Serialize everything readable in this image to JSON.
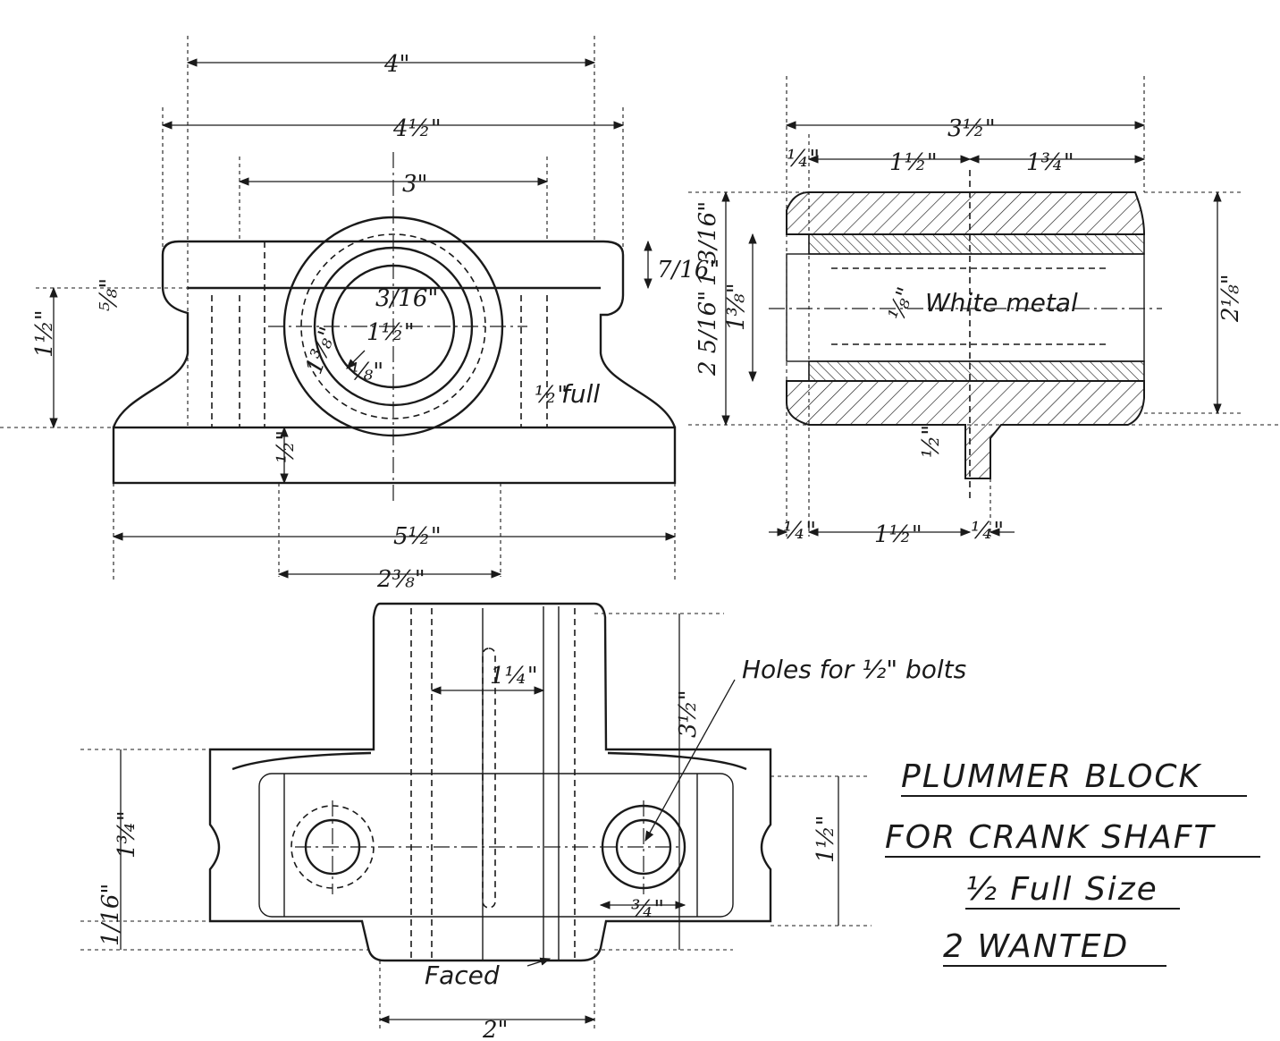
{
  "title": {
    "line1": "PLUMMER BLOCK",
    "line2": "FOR CRANK SHAFT",
    "line3": "½ Full Size",
    "line4": "2 WANTED"
  },
  "notes": {
    "white_metal": "White metal",
    "holes": "Holes for ½\" bolts",
    "faced": "Faced",
    "full": "full"
  },
  "dimensions": {
    "front_overall_4": "4\"",
    "front_4_half": "4½\"",
    "front_3": "3\"",
    "front_5_half": "5½\"",
    "front_2_3_8": "2⅜\"",
    "front_half_left": "½\"",
    "front_5_8": "⅝\"",
    "front_1_half": "1½\"",
    "front_7_16": "7/16\"",
    "front_half_full": "½\"",
    "front_bore_1_8": "⅛\"",
    "front_1_3_8": "1⅜\"",
    "front_1_half_bore": "1½\"",
    "front_3_16": "3/16\"",
    "side_3_half": "3½\"",
    "side_quarter_top": "¼\"",
    "side_1_half_top": "1½\"",
    "side_1_3_4": "1¾\"",
    "side_13_16": "1 3/16\"",
    "side_1_3_8": "1⅜\"",
    "side_2_5_16": "2 5/16\"",
    "side_2_1_8": "2⅛\"",
    "side_1_8": "⅛\"",
    "side_half": "½\"",
    "side_quarter_l": "¼\"",
    "side_1_half_bottom": "1½\"",
    "side_quarter_r": "¼\"",
    "plan_1_4": "1¼\"",
    "plan_1_3_4": "1¾\"",
    "plan_3_half": "3½\"",
    "plan_1_16": "1/16\"",
    "plan_1_half": "1½\"",
    "plan_3_4": "¾\"",
    "plan_2": "2\""
  }
}
